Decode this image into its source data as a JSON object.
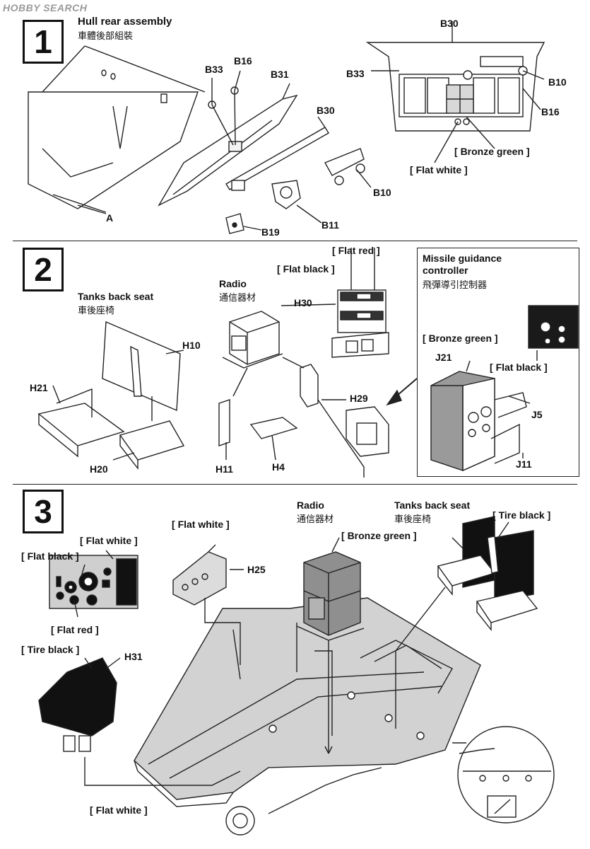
{
  "watermark": "HOBBY SEARCH",
  "step1": {
    "number": "1",
    "title": "Hull rear assembly",
    "title_cjk": "車體後部組裝",
    "parts": [
      "B33",
      "B16",
      "B31",
      "B30",
      "A",
      "B19",
      "B11",
      "B10"
    ],
    "detail_parts": [
      "B30",
      "B33",
      "B10",
      "B16"
    ],
    "colors": [
      "Bronze green",
      "Flat white"
    ]
  },
  "step2": {
    "number": "2",
    "seat_title": "Tanks back seat",
    "seat_title_cjk": "車後座椅",
    "radio_title": "Radio",
    "radio_title_cjk": "通信器材",
    "parts": [
      "H10",
      "H21",
      "H20",
      "H30",
      "H29",
      "H11",
      "H4"
    ],
    "colors": [
      "Flat red",
      "Flat black"
    ],
    "inset": {
      "title_line1": "Missile guidance",
      "title_line2": "controller",
      "title_cjk": "飛彈導引控制器",
      "parts": [
        "J21",
        "J5",
        "J11"
      ],
      "colors": [
        "Bronze green",
        "Flat black"
      ]
    }
  },
  "step3": {
    "number": "3",
    "radio_title": "Radio",
    "radio_title_cjk": "通信器材",
    "seat_title": "Tanks back seat",
    "seat_title_cjk": "車後座椅",
    "parts": [
      "H25",
      "H31"
    ],
    "colors": {
      "panel_white": "Flat white",
      "flat_white_top": "Flat white",
      "flat_black": "Flat black",
      "flat_red": "Flat red",
      "tire_black_left": "Tire black",
      "bronze_green": "Bronze green",
      "tire_black_right": "Tire black",
      "flat_white_bottom": "Flat white"
    }
  }
}
